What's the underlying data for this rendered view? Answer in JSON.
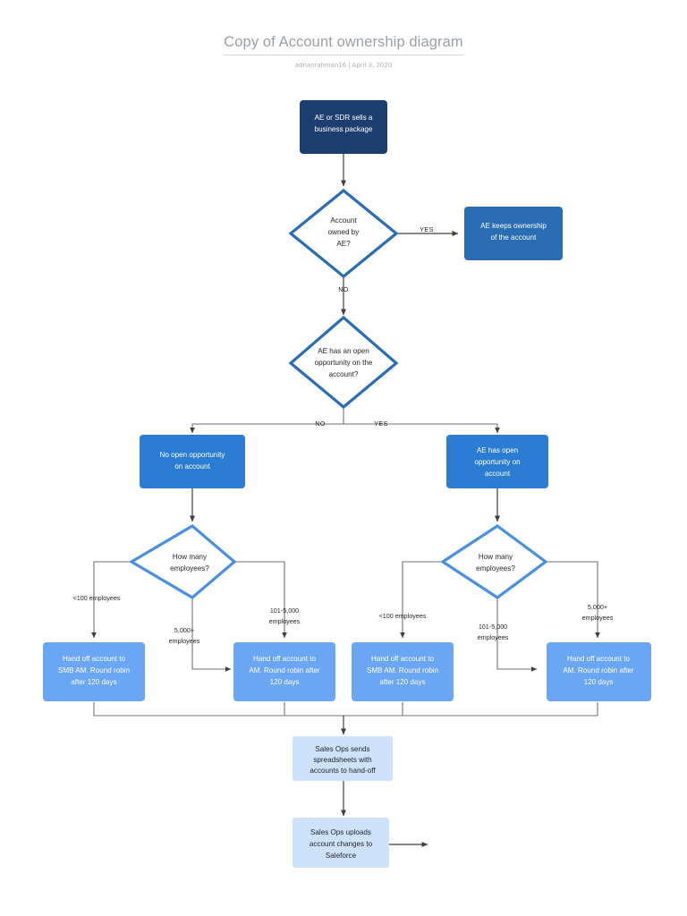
{
  "document": {
    "title": "Copy of Account ownership diagram",
    "byline": "adnanrahman16  |  April 3, 2020"
  },
  "colors": {
    "navy": "#1d3f6f",
    "mid_blue": "#2a6db5",
    "blue": "#2b7cd3",
    "light_blue": "#6ba6f5",
    "pale_blue": "#cfe2fb",
    "diamond_stroke_dark": "#2a6db5",
    "diamond_stroke_light": "#4a90e2",
    "connector": "#6f7478",
    "title_text": "#9aa0a6"
  },
  "diagram": {
    "type": "flowchart",
    "nodes": {
      "start": {
        "text_line1": "AE or SDR sells a",
        "text_line2": "business package"
      },
      "decision_owned": {
        "text_line1": "Account",
        "text_line2": "owned by",
        "text_line3": "AE?"
      },
      "ae_keeps": {
        "text_line1": "AE keeps ownership",
        "text_line2": "of the account"
      },
      "decision_open_opp": {
        "text_line1": "AE has an open",
        "text_line2": "opportunity on the",
        "text_line3": "account?"
      },
      "no_open_opp": {
        "text_line1": "No open opportunity",
        "text_line2": "on account"
      },
      "has_open_opp": {
        "text_line1": "AE has open",
        "text_line2": "opportunity on",
        "text_line3": "account"
      },
      "decision_employees_left": {
        "text_line1": "How many",
        "text_line2": "employees?"
      },
      "decision_employees_right": {
        "text_line1": "How many",
        "text_line2": "employees?"
      },
      "handoff_smb_left": {
        "text_line1": "Hand off account to",
        "text_line2": "SMB AM. Round robin",
        "text_line3": "after 120 days"
      },
      "handoff_am_left": {
        "text_line1": "Hand off account to",
        "text_line2": "AM. Round robin after",
        "text_line3": "120 days"
      },
      "handoff_smb_right": {
        "text_line1": "Hand off account to",
        "text_line2": "SMB AM. Round robin",
        "text_line3": "after 120 days"
      },
      "handoff_am_right": {
        "text_line1": "Hand off account to",
        "text_line2": "AM. Round robin after",
        "text_line3": "120 days"
      },
      "sales_ops_spreadsheets": {
        "text_line1": "Sales Ops sends",
        "text_line2": "spreadsheets with",
        "text_line3": "accounts to hand-off"
      },
      "sales_ops_uploads": {
        "text_line1": "Sales Ops uploads",
        "text_line2": "account changes to",
        "text_line3": "Saleforce"
      }
    },
    "edge_labels": {
      "owned_yes": "YES",
      "owned_no": "NO",
      "open_opp_no": "NO",
      "open_opp_yes": "YES",
      "left_lt100": "<100 employees",
      "left_5000plus_l1": "5,000+",
      "left_5000plus_l2": "employees",
      "left_101_5000_l1": "101-5,000",
      "left_101_5000_l2": "employees",
      "right_lt100": "<100 employees",
      "right_101_5000_l1": "101-5,000",
      "right_101_5000_l2": "employees",
      "right_5000plus_l1": "5,000+",
      "right_5000plus_l2": "employees"
    }
  }
}
